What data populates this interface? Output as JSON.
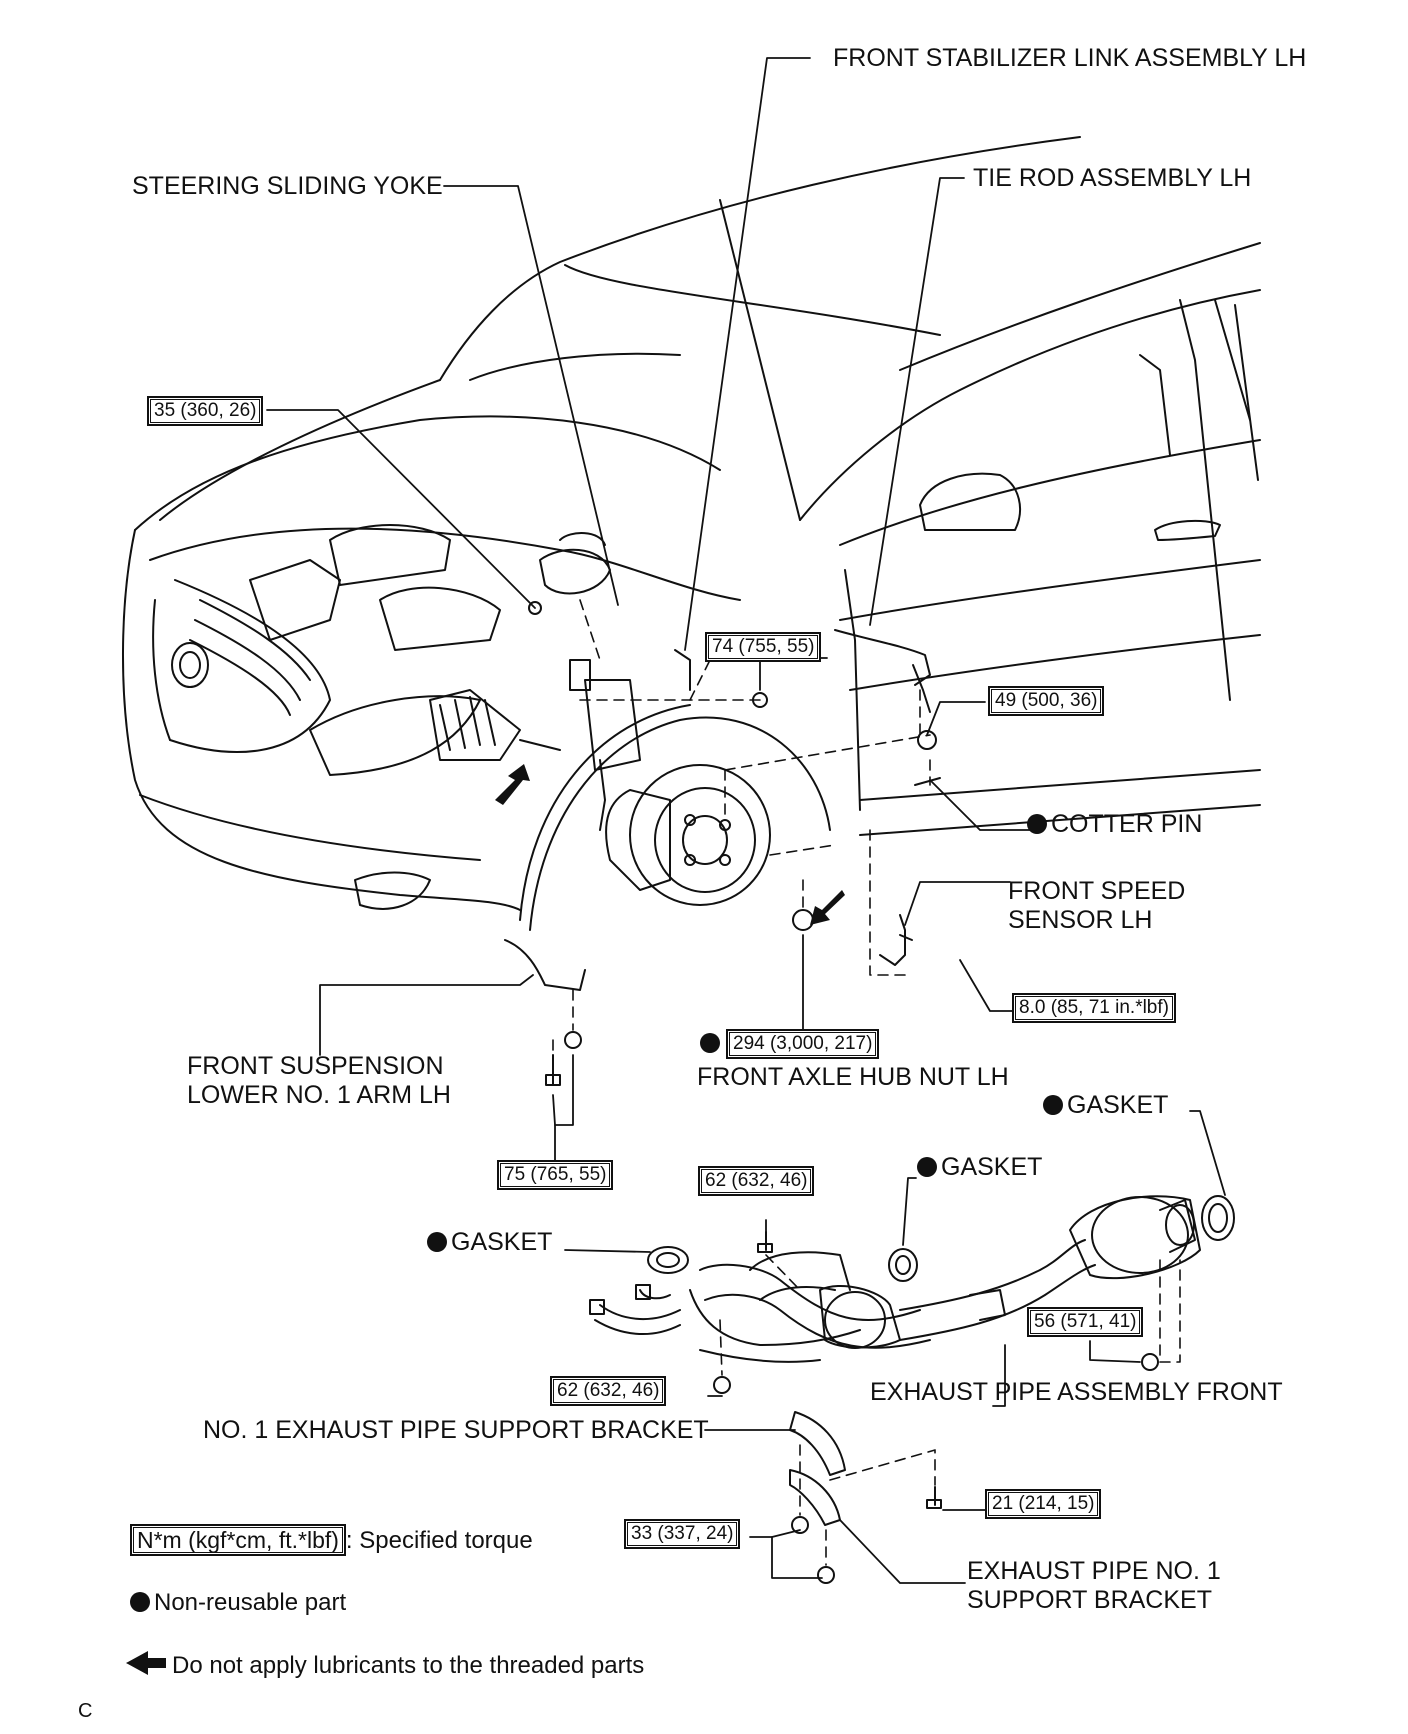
{
  "labels": {
    "front_stabilizer_link": "FRONT STABILIZER LINK ASSEMBLY LH",
    "steering_sliding_yoke": "STEERING SLIDING YOKE",
    "tie_rod": "TIE ROD ASSEMBLY LH",
    "cotter_pin": "COTTER PIN",
    "front_speed_sensor_line1": "FRONT SPEED",
    "front_speed_sensor_line2": "SENSOR LH",
    "front_suspension_line1": "FRONT SUSPENSION",
    "front_suspension_line2": "LOWER NO. 1 ARM LH",
    "front_axle_hub_nut": "FRONT AXLE HUB NUT LH",
    "gasket_right": "GASKET",
    "gasket_middle": "GASKET",
    "gasket_left": "GASKET",
    "exhaust_pipe_front": "EXHAUST PIPE ASSEMBLY FRONT",
    "no1_exhaust_support": "NO. 1 EXHAUST PIPE SUPPORT BRACKET",
    "exhaust_no1_support_line1": "EXHAUST PIPE NO. 1",
    "exhaust_no1_support_line2": "SUPPORT BRACKET",
    "corner_mark": "C"
  },
  "torques": {
    "t35": "35 (360, 26)",
    "t74": "74 (755, 55)",
    "t49": "49 (500, 36)",
    "t8": "8.0 (85, 71 in.*lbf)",
    "t294": "294 (3,000, 217)",
    "t75": "75 (765, 55)",
    "t62a": "62 (632, 46)",
    "t56": "56 (571, 41)",
    "t62b": "62 (632, 46)",
    "t21": "21 (214, 15)",
    "t33": "33 (337, 24)"
  },
  "legend": {
    "torque_unit_box": "N*m (kgf*cm, ft.*lbf)",
    "torque_text": ": Specified torque",
    "non_reusable": "Non-reusable part",
    "no_lubricant": "Do not apply lubricants to the threaded parts"
  }
}
